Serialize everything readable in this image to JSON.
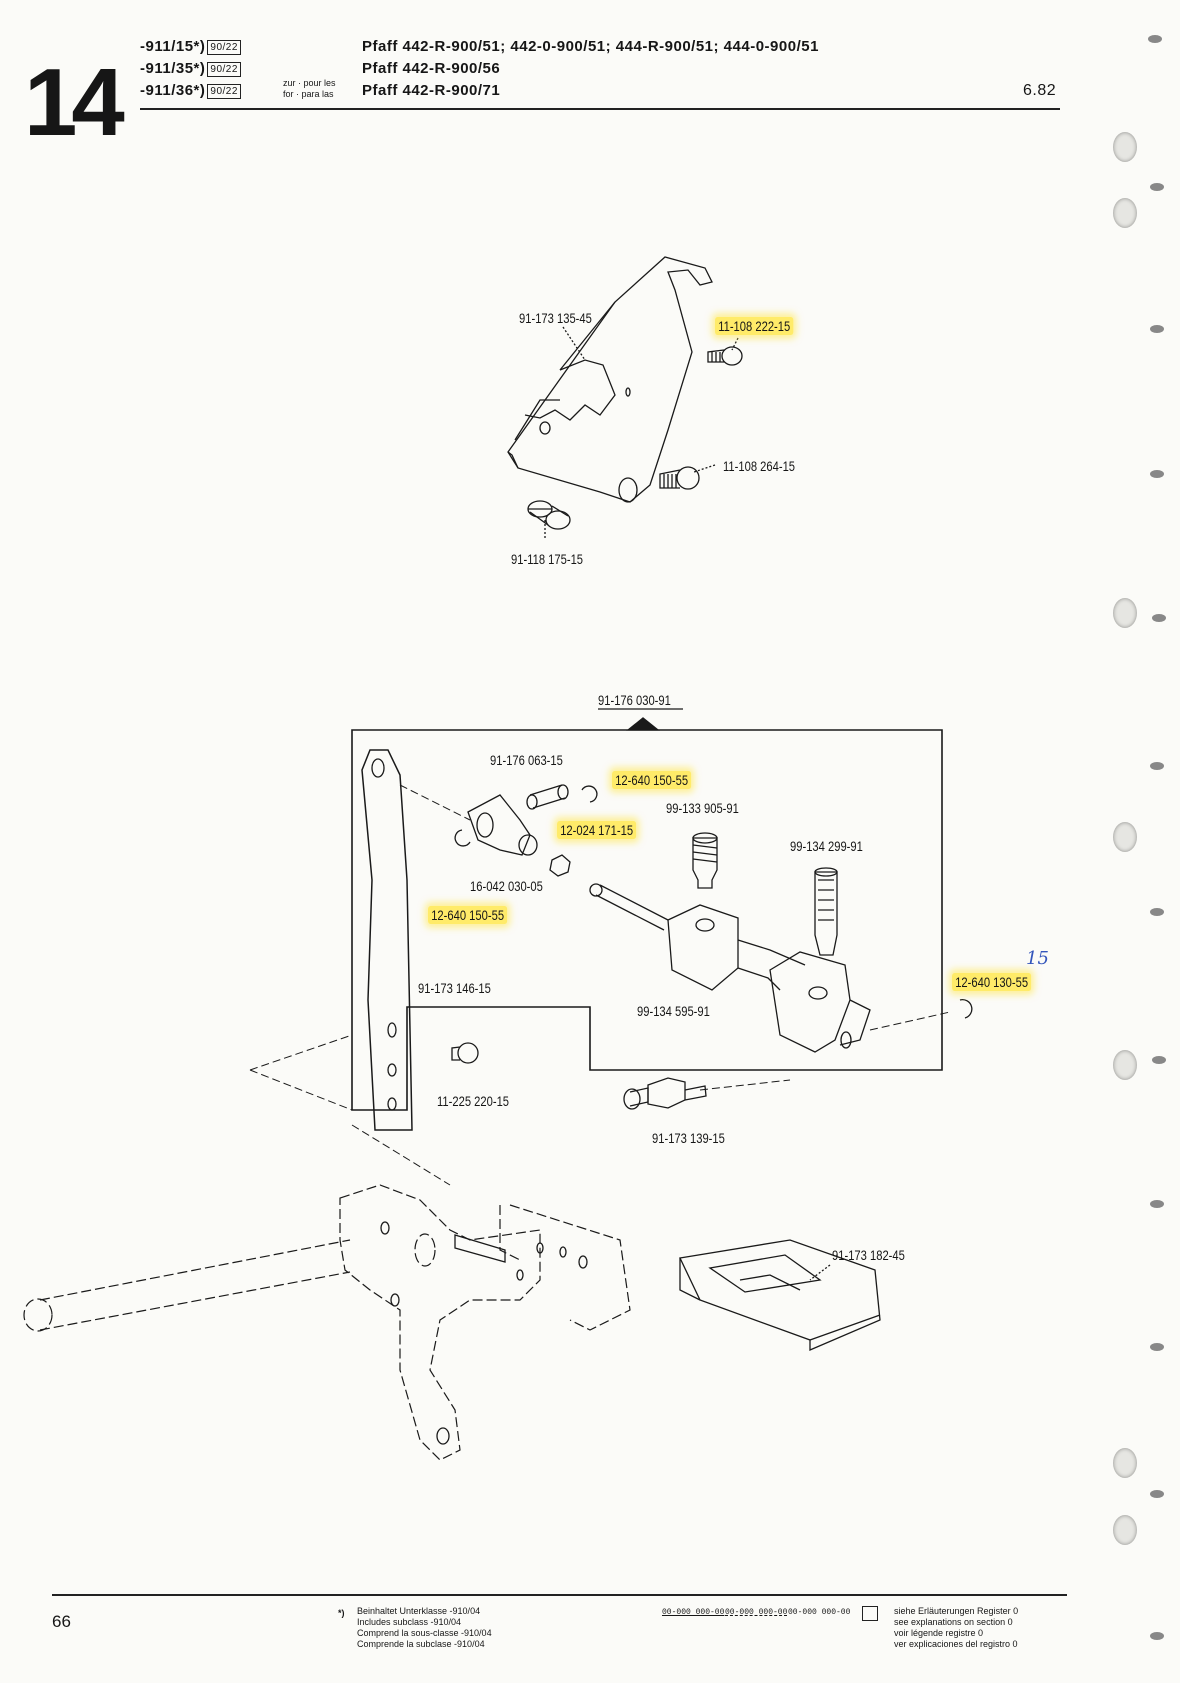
{
  "page": {
    "section_number": "14",
    "date": "6.82",
    "page_number": "66"
  },
  "header": {
    "classes": [
      {
        "code": "-911/15*)",
        "box": "90/22"
      },
      {
        "code": "-911/35*)",
        "box": "90/22"
      },
      {
        "code": "-911/36*)",
        "box": "90/22"
      }
    ],
    "zur_label_line1": "zur · pour les",
    "zur_label_line2": "for · para las",
    "models": [
      "Pfaff 442-R-900/51; 442-0-900/51; 444-R-900/51; 444-0-900/51",
      "Pfaff 442-R-900/56",
      "Pfaff 442-R-900/71"
    ]
  },
  "parts": {
    "top": [
      {
        "id": "91-173 135-45",
        "highlight": false
      },
      {
        "id": "11-108 222-15",
        "highlight": true
      },
      {
        "id": "11-108 264-15",
        "highlight": false
      },
      {
        "id": "91-118 175-15",
        "highlight": false
      }
    ],
    "assembly_label": "91-176 030-91",
    "assembly": [
      {
        "id": "91-176 063-15",
        "highlight": false
      },
      {
        "id": "12-640 150-55",
        "highlight": true
      },
      {
        "id": "99-133 905-91",
        "highlight": false
      },
      {
        "id": "12-024 171-15",
        "highlight": true
      },
      {
        "id": "99-134 299-91",
        "highlight": false
      },
      {
        "id": "16-042 030-05",
        "highlight": false
      },
      {
        "id": "12-640 150-55",
        "highlight": true
      },
      {
        "id": "91-173 146-15",
        "highlight": false
      },
      {
        "id": "99-134 595-91",
        "highlight": false
      },
      {
        "id": "12-640 130-55",
        "highlight": true
      },
      {
        "id": "11-225 220-15",
        "highlight": false
      },
      {
        "id": "91-173 139-15",
        "highlight": false
      }
    ],
    "bottom": [
      {
        "id": "91-173 182-45",
        "highlight": false
      }
    ],
    "handwritten_note": "15"
  },
  "footer": {
    "note_marker": "*)",
    "note_lines": [
      "Beinhaltet Unterklasse -910/04",
      "Includes subclass -910/04",
      "Comprend la sous-classe -910/04",
      "Comprende la subclase -910/04"
    ],
    "legend_codes": [
      "00-000 000-00",
      "00-000 000-00",
      "00-000 000-00"
    ],
    "legend_lines": [
      "siehe Erläuterungen Register 0",
      "see explanations on section 0",
      "voir légende registre 0",
      "ver explicaciones del registro 0"
    ]
  },
  "colors": {
    "highlight": "#ffe850",
    "ink": "#161616",
    "paper": "#fbfbf8",
    "handwriting": "#3355bb"
  }
}
